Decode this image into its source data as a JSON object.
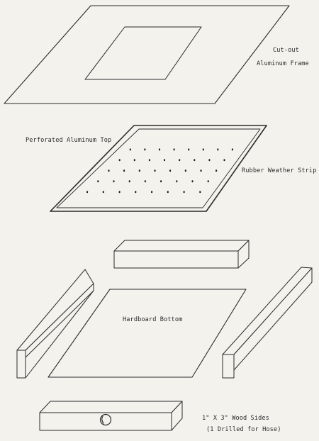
{
  "labels": {
    "cutout_line1": "Cut-out",
    "cutout_line2": "Aluminum Frame",
    "perforated_top": "Perforated Aluminum Top",
    "weather_strip": "Rubber Weather Strip",
    "hardboard_bottom": "Hardboard Bottom",
    "wood_sides_line1": "1\" X 3\" Wood Sides",
    "wood_sides_line2": "(1 Drilled for Hose)"
  },
  "perforation_grid": {
    "rows": 5,
    "columns": 8
  },
  "colors": {
    "ink": "#2b2b2b",
    "paper": "#f4f2ed"
  }
}
